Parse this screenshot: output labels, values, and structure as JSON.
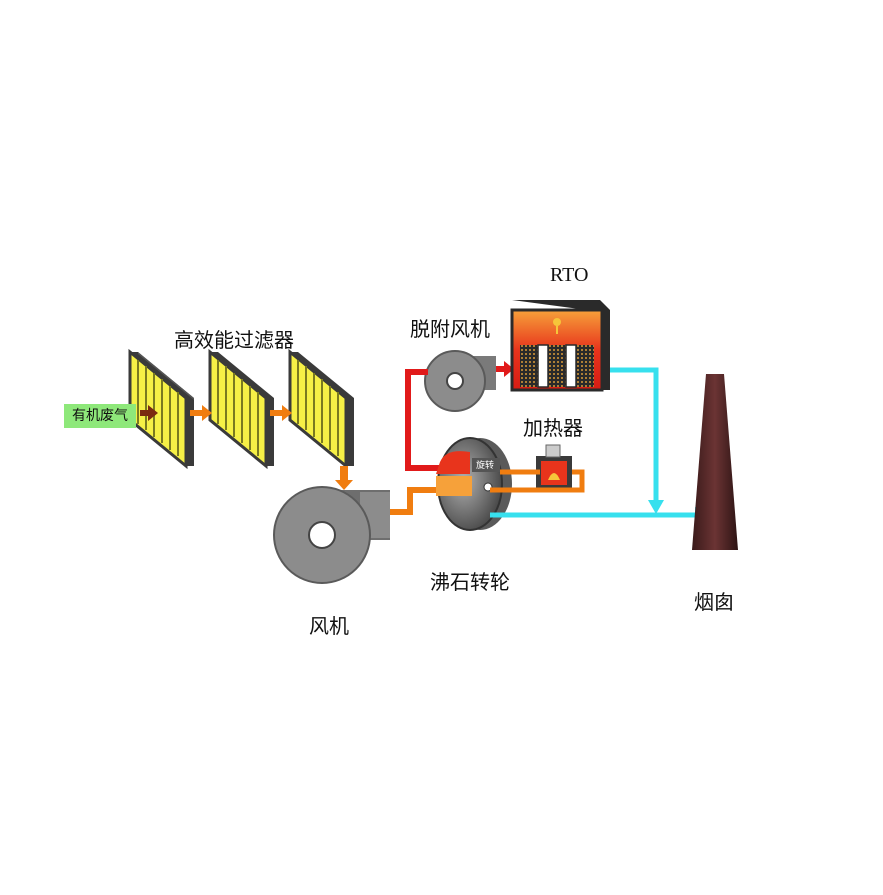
{
  "labels": {
    "filters": "高效能过滤器",
    "inlet": "有机废气",
    "fan": "风机",
    "desorption_fan": "脱附风机",
    "rto": "RTO",
    "heater": "加热器",
    "zeolite_wheel": "沸石转轮",
    "chimney": "烟囱",
    "wheel_center": "旋转"
  },
  "colors": {
    "filter_yellow": "#f6f046",
    "filter_stripe": "#7a7a20",
    "filter_frame": "#3a3a3a",
    "fan_gray": "#8c8c8c",
    "fan_dark": "#5a5a5a",
    "duct_orange": "#f07d10",
    "duct_red": "#e11a1a",
    "duct_cyan": "#37e0ee",
    "chimney_brown": "#5a2a2a",
    "inlet_green": "#8ee87a",
    "rto_red": "#e8341c",
    "rto_yellow": "#f6c53a"
  }
}
